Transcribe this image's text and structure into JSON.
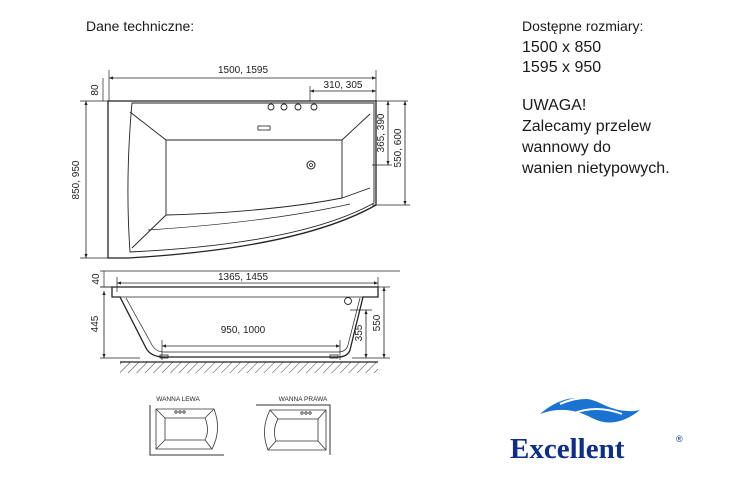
{
  "header": {
    "title": "Dane techniczne:"
  },
  "sizes": {
    "title": "Dostępne rozmiary:",
    "items": [
      "1500 x 850",
      "1595 x 950"
    ]
  },
  "warning": {
    "title": "UWAGA!",
    "lines": [
      "Zalecamy przelew",
      "wannowy do",
      "wanien nietypowych."
    ]
  },
  "top_view": {
    "width": "1500, 1595",
    "offset_top": "80",
    "overflow_offset": "310, 305",
    "depth": "850, 950",
    "drain_depth": "365, 390",
    "inner_depth": "550, 600"
  },
  "side_view": {
    "top_offset": "40",
    "length": "1365, 1455",
    "base_length": "950, 1000",
    "height": "445",
    "inner_height": "355",
    "total_height": "550"
  },
  "variants": {
    "left_label": "WANNA LEWA",
    "right_label": "WANNA PRAWA"
  },
  "logo": {
    "text": "Excellent",
    "mark": "®",
    "colors": {
      "primary": "#0d2f8a",
      "accent": "#1a73d1"
    }
  }
}
